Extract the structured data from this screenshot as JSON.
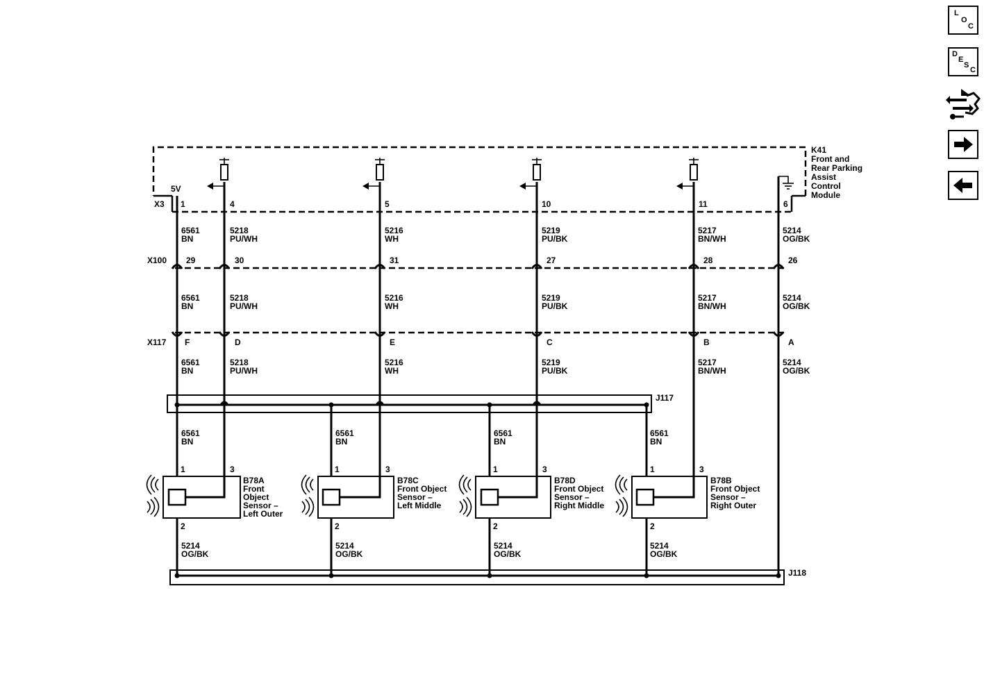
{
  "nav": {
    "loc": [
      "L",
      "O",
      "C"
    ],
    "desc": [
      "D",
      "E",
      "S",
      "C"
    ],
    "signal_icon": "signal-flow-icon",
    "next_icon": "right-arrow-icon",
    "prev_icon": "left-arrow-icon"
  },
  "module": {
    "id": "K41",
    "name_lines": [
      "Front and",
      "Rear Parking",
      "Assist",
      "Control",
      "Module"
    ],
    "voltage": "5V"
  },
  "connectors": {
    "x3": "X3",
    "x100": "X100",
    "x117": "X117",
    "j117": "J117",
    "j118": "J118"
  },
  "circuits": [
    {
      "x3_pin": "1",
      "x100_pin": "29",
      "x117_pin": "F",
      "circuit": "6561",
      "color": "BN"
    },
    {
      "x3_pin": "4",
      "x100_pin": "30",
      "x117_pin": "D",
      "circuit": "5218",
      "color": "PU/WH"
    },
    {
      "x3_pin": "5",
      "x100_pin": "31",
      "x117_pin": "E",
      "circuit": "5216",
      "color": "WH"
    },
    {
      "x3_pin": "10",
      "x100_pin": "27",
      "x117_pin": "C",
      "circuit": "5219",
      "color": "PU/BK"
    },
    {
      "x3_pin": "11",
      "x100_pin": "28",
      "x117_pin": "B",
      "circuit": "5217",
      "color": "BN/WH"
    },
    {
      "x3_pin": "6",
      "x100_pin": "26",
      "x117_pin": "A",
      "circuit": "5214",
      "color": "OG/BK"
    }
  ],
  "sensors": [
    {
      "id": "B78A",
      "name_lines": [
        "Front",
        "Object",
        "Sensor –",
        "Left Outer"
      ],
      "pin1": "1",
      "pin2": "2",
      "pin3": "3",
      "feed_circuit": "6561",
      "feed_color": "BN",
      "ground_circuit": "5214",
      "ground_color": "OG/BK"
    },
    {
      "id": "B78C",
      "name_lines": [
        "Front Object",
        "Sensor –",
        "Left Middle"
      ],
      "pin1": "1",
      "pin2": "2",
      "pin3": "3",
      "feed_circuit": "6561",
      "feed_color": "BN",
      "ground_circuit": "5214",
      "ground_color": "OG/BK"
    },
    {
      "id": "B78D",
      "name_lines": [
        "Front Object",
        "Sensor –",
        "Right Middle"
      ],
      "pin1": "1",
      "pin2": "2",
      "pin3": "3",
      "feed_circuit": "6561",
      "feed_color": "BN",
      "ground_circuit": "5214",
      "ground_color": "OG/BK"
    },
    {
      "id": "B78B",
      "name_lines": [
        "Front Object",
        "Sensor –",
        "Right Outer"
      ],
      "pin1": "1",
      "pin2": "2",
      "pin3": "3",
      "feed_circuit": "6561",
      "feed_color": "BN",
      "ground_circuit": "5214",
      "ground_color": "OG/BK"
    }
  ]
}
